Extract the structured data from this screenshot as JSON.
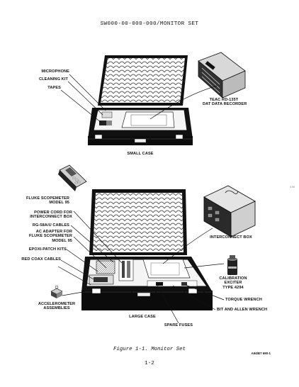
{
  "header": {
    "title": "SW000-00-000-000/MONITOR SET"
  },
  "labels": {
    "microphone": "MICROPHONE",
    "cleaning_kit": "CLEANING KIT",
    "tapes": "TAPES",
    "teac_line1": "TEAC RD-135T",
    "teac_line2": "DAT DATA RECORDER",
    "small_case": "SMALL CASE",
    "fluke_line1": "FLUKE SCOPEMETER",
    "fluke_line2": "MODEL 95",
    "power_line1": "POWER CORD FOR",
    "power_line2": "INTERCONNECT BOX",
    "rg58": "RG-58A/U CABLES",
    "ac_line1": "AC ADAPTER FOR",
    "ac_line2": "FLUKE SCOPEMETER",
    "ac_line3": "MODEL 95",
    "epoxi": "EPOXI-PATCH KITS",
    "red_coax": "RED COAX CABLES",
    "accel_line1": "ACCELEROMETER",
    "accel_line2": "ASSEMBLIES",
    "interconnect_box": "INTERCONNECT BOX",
    "calib_line1": "CALIBRATION",
    "calib_line2": "EXCITER",
    "calib_line3": "TYPE 4294",
    "torque_wrench": "TORQUE WRENCH",
    "bit_allen": "BIT AND ALLEN WRENCH",
    "large_case": "LARGE CASE",
    "spare_fuses": "SPARE FUSES"
  },
  "caption": "Figure 1-1.  Monitor Set",
  "figure_code": "A94/B7 690-1",
  "page_number": "1-2",
  "margin_tick": "0.09"
}
